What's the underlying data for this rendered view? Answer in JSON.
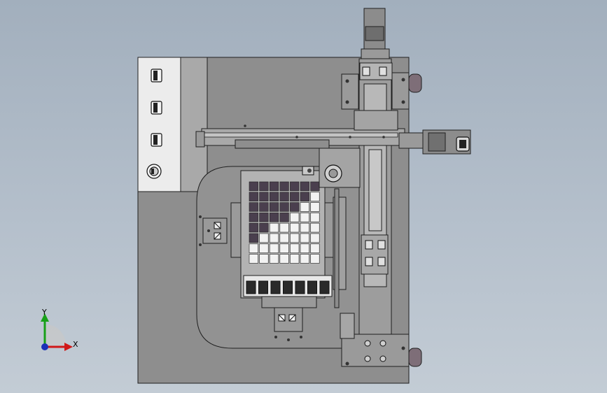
{
  "viewport": {
    "background_top": "#a2afbd",
    "background_bottom": "#c3ccd5"
  },
  "model": {
    "body_color": "#8e8e8e",
    "edge_color": "#1f1f1f",
    "light_part_color": "#a9a9a9",
    "dark_part_color": "#5b5b5b",
    "screw_color": "#6d6d6d",
    "cushion_color": "#7e6e78",
    "tray": {
      "rows": 8,
      "cols": 7,
      "dark_cell_color": "#4a3f4e",
      "light_cell_color": "#f2f2f2"
    }
  },
  "triad": {
    "x_label": "X",
    "y_label": "Y",
    "x_color": "#d01818",
    "y_color": "#18a018",
    "z_color": "#1c2fb8"
  }
}
